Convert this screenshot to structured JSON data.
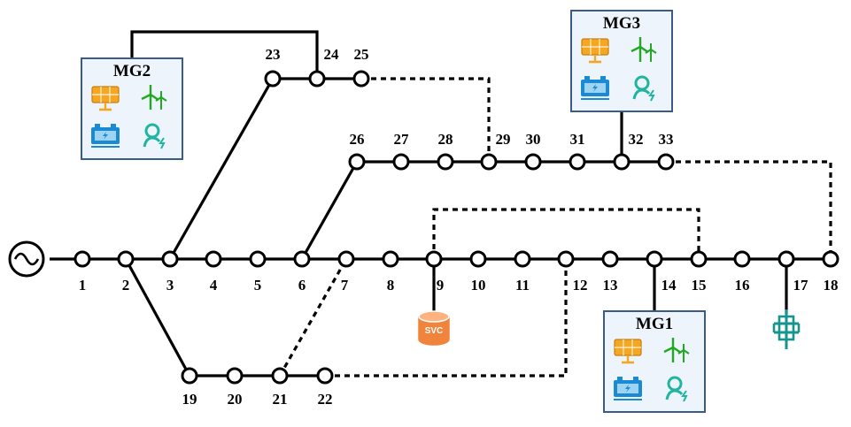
{
  "buses": [
    "1",
    "2",
    "3",
    "4",
    "5",
    "6",
    "7",
    "8",
    "9",
    "10",
    "11",
    "12",
    "13",
    "14",
    "15",
    "16",
    "17",
    "18",
    "19",
    "20",
    "21",
    "22",
    "23",
    "24",
    "25",
    "26",
    "27",
    "28",
    "29",
    "30",
    "31",
    "32",
    "33"
  ],
  "microgrids": [
    {
      "id": "mg1",
      "label": "MG1"
    },
    {
      "id": "mg2",
      "label": "MG2"
    },
    {
      "id": "mg3",
      "label": "MG3"
    }
  ],
  "devices": {
    "svc_label": "SVC",
    "source_icon": "ac-source-icon",
    "transformer_icon": "transformer-icon",
    "pv_icon": "solar-panel-icon",
    "wind_icon": "wind-turbine-icon",
    "battery_icon": "battery-icon",
    "load_icon": "ev-charger-icon"
  },
  "colors": {
    "line": "#000000",
    "mg_border": "#3a5a8a",
    "mg_fill": "#eef4fb",
    "pv": "#f5a623",
    "wind": "#22a822",
    "battery": "#1a8ad4",
    "charger": "#1fb5a0",
    "svc": "#f0843c",
    "transformer": "#17948e"
  }
}
